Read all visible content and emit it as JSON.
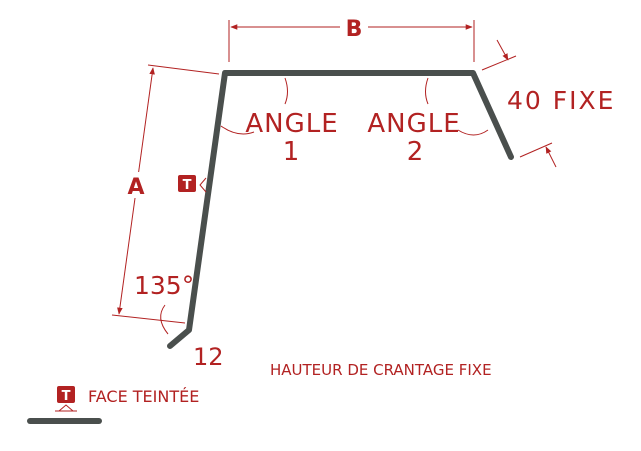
{
  "colors": {
    "profile": "#4a4f4d",
    "annotation": "#b22222",
    "background": "#ffffff"
  },
  "dimensions": {
    "b": "B",
    "a": "A",
    "fixed": "40 FIXE",
    "return": "12",
    "bottom_angle": "135°"
  },
  "angles": [
    {
      "word": "ANGLE",
      "number": "1"
    },
    {
      "word": "ANGLE",
      "number": "2"
    }
  ],
  "notes": {
    "crimp": "HAUTEUR DE CRANTAGE FIXE"
  },
  "legend": {
    "badge": "T",
    "text": "FACE TEINTÉE"
  }
}
